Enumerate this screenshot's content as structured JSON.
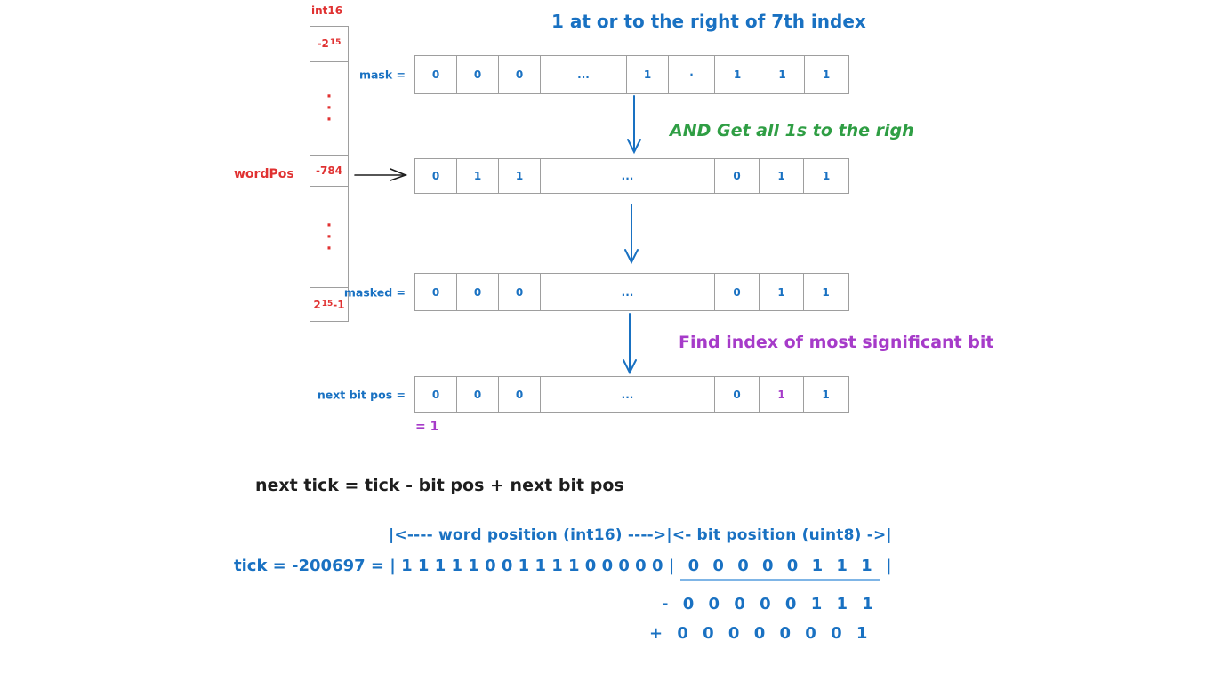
{
  "colors": {
    "blue": "#1971c2",
    "red": "#e03131",
    "green": "#2f9e44",
    "purple": "#a63bc9",
    "black": "#1e1e1e",
    "border": "#9e9e9e",
    "underline": "#7fb5e6"
  },
  "title": "1 at or to the right of 7th index",
  "word_array": {
    "type_label": "int16",
    "pointer_label": "wordPos",
    "top_base": "-2",
    "top_sup": "15",
    "word_value": "-784",
    "bottom_base": "2",
    "bottom_sup": "15",
    "bottom_suffix": "-1",
    "dot": "·"
  },
  "rows": [
    {
      "id": "mask",
      "label": "mask =",
      "cells": [
        {
          "t": "0",
          "w": 47
        },
        {
          "t": "0",
          "w": 47
        },
        {
          "t": "0",
          "w": 47
        },
        {
          "t": "...",
          "w": 97
        },
        {
          "t": "1",
          "w": 47
        },
        {
          "t": "·",
          "w": 52
        },
        {
          "t": "1",
          "w": 51
        },
        {
          "t": "1",
          "w": 50
        },
        {
          "t": "1",
          "w": 49
        }
      ]
    },
    {
      "id": "wordpos",
      "label": "",
      "cells": [
        {
          "t": "0",
          "w": 47
        },
        {
          "t": "1",
          "w": 47
        },
        {
          "t": "1",
          "w": 47
        },
        {
          "t": "...",
          "w": 196
        },
        {
          "t": "0",
          "w": 50
        },
        {
          "t": "1",
          "w": 50
        },
        {
          "t": "1",
          "w": 50
        }
      ]
    },
    {
      "id": "masked",
      "label": "masked =",
      "cells": [
        {
          "t": "0",
          "w": 47
        },
        {
          "t": "0",
          "w": 47
        },
        {
          "t": "0",
          "w": 47
        },
        {
          "t": "...",
          "w": 196
        },
        {
          "t": "0",
          "w": 50
        },
        {
          "t": "1",
          "w": 50
        },
        {
          "t": "1",
          "w": 50
        }
      ]
    },
    {
      "id": "next-bit-pos",
      "label": "next bit pos =",
      "cells": [
        {
          "t": "0",
          "w": 47
        },
        {
          "t": "0",
          "w": 47
        },
        {
          "t": "0",
          "w": 47
        },
        {
          "t": "...",
          "w": 196
        },
        {
          "t": "0",
          "w": 50
        },
        {
          "t": "1",
          "w": 50,
          "color": "purple"
        },
        {
          "t": "1",
          "w": 50
        }
      ]
    }
  ],
  "result_label": "= 1",
  "annotations": {
    "and_note": "AND Get all 1s to the righ",
    "find_note": "Find index of most significant bit"
  },
  "formulas": {
    "next_tick": "next tick = tick - bit pos + next bit pos",
    "span_guide": "|<---- word position (int16) ---->|<- bit position (uint8) ->|",
    "tick_prefix": "tick = -200697  = | ",
    "word_bits": "1 1 1 1 1 0 0 1 1 1 1 0 0 0 0 0",
    "mid_bar": " | ",
    "bit_bits": "0 0 0 0 0 1 1 1",
    "end_bar": " |",
    "subtract_row": "- 0 0 0 0 0 1 1 1",
    "add_row": "+ 0 0 0 0 0 0 0 1"
  }
}
